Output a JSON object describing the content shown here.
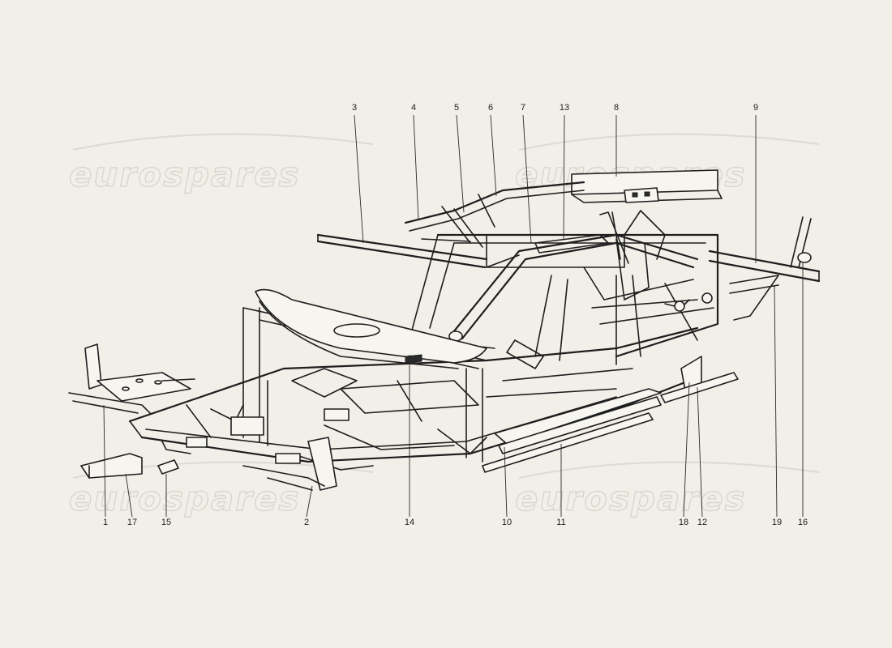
{
  "watermark": {
    "text": "eurospares"
  },
  "callouts": [
    {
      "id": "1",
      "label": "1"
    },
    {
      "id": "2",
      "label": "2"
    },
    {
      "id": "3",
      "label": "3"
    },
    {
      "id": "4",
      "label": "4"
    },
    {
      "id": "5",
      "label": "5"
    },
    {
      "id": "6",
      "label": "6"
    },
    {
      "id": "7",
      "label": "7"
    },
    {
      "id": "8",
      "label": "8"
    },
    {
      "id": "9",
      "label": "9"
    },
    {
      "id": "10",
      "label": "10"
    },
    {
      "id": "11",
      "label": "11"
    },
    {
      "id": "12",
      "label": "12"
    },
    {
      "id": "13",
      "label": "13"
    },
    {
      "id": "14",
      "label": "14"
    },
    {
      "id": "15a",
      "label": "15"
    },
    {
      "id": "16",
      "label": "16"
    },
    {
      "id": "17",
      "label": "17"
    },
    {
      "id": "18",
      "label": "18"
    },
    {
      "id": "19",
      "label": "19"
    }
  ]
}
